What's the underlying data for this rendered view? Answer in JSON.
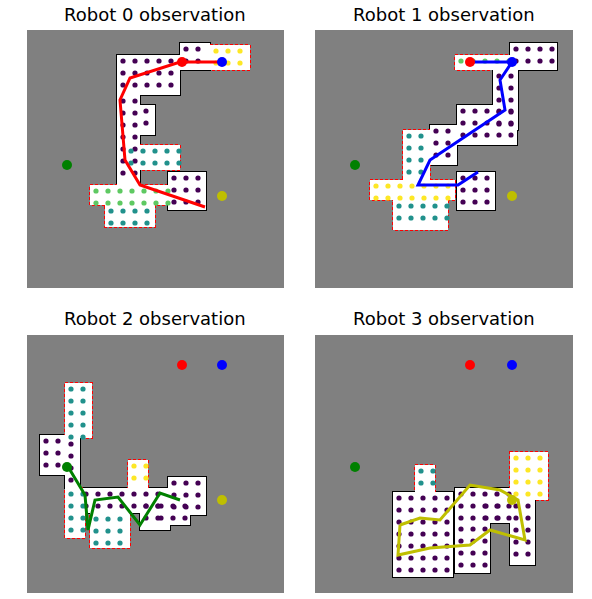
{
  "diagram": {
    "labels": [
      "Robot 0 observation",
      "Robot 1 observation",
      "Robot 2 observation",
      "Robot 3 observation"
    ]
  }
}
